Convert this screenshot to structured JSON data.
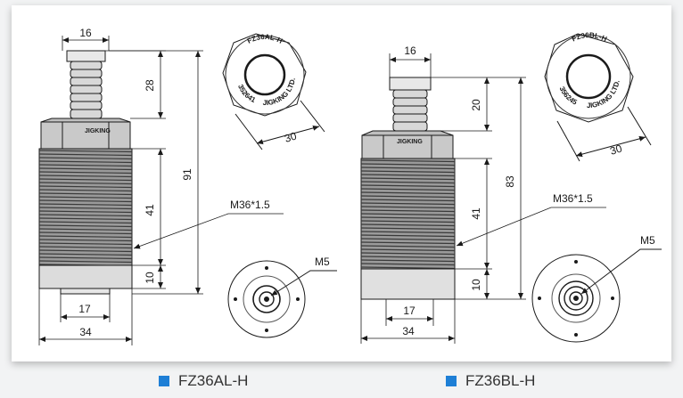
{
  "colors": {
    "line": "#1a1a1a",
    "accent": "#1e7fd6",
    "frame_bg": "#ffffff",
    "page_bg": "#f2f3f4"
  },
  "left": {
    "model": "FZ36AL-H",
    "dims": {
      "top_width": "16",
      "top_height": "28",
      "total_height": "91",
      "thread_height": "41",
      "bottom_height": "10",
      "bottom_inner": "17",
      "body_width": "34",
      "face_width": "30"
    },
    "thread": "M36*1.5",
    "connector": "M5",
    "body_mark": "JIGKING",
    "face_text": {
      "model": "FZ36AL-H",
      "serial": "352641",
      "maker": "JIGKING LTD."
    }
  },
  "right": {
    "model": "FZ36BL-H",
    "dims": {
      "top_width": "16",
      "top_height": "20",
      "total_height": "83",
      "thread_height": "41",
      "bottom_height": "10",
      "bottom_inner": "17",
      "body_width": "34",
      "face_width": "30"
    },
    "thread": "M36*1.5",
    "connector": "M5",
    "body_mark": "JIGKING",
    "face_text": {
      "model": "FZ36BL-H",
      "serial": "356245",
      "maker": "JIGKING LTD."
    }
  }
}
